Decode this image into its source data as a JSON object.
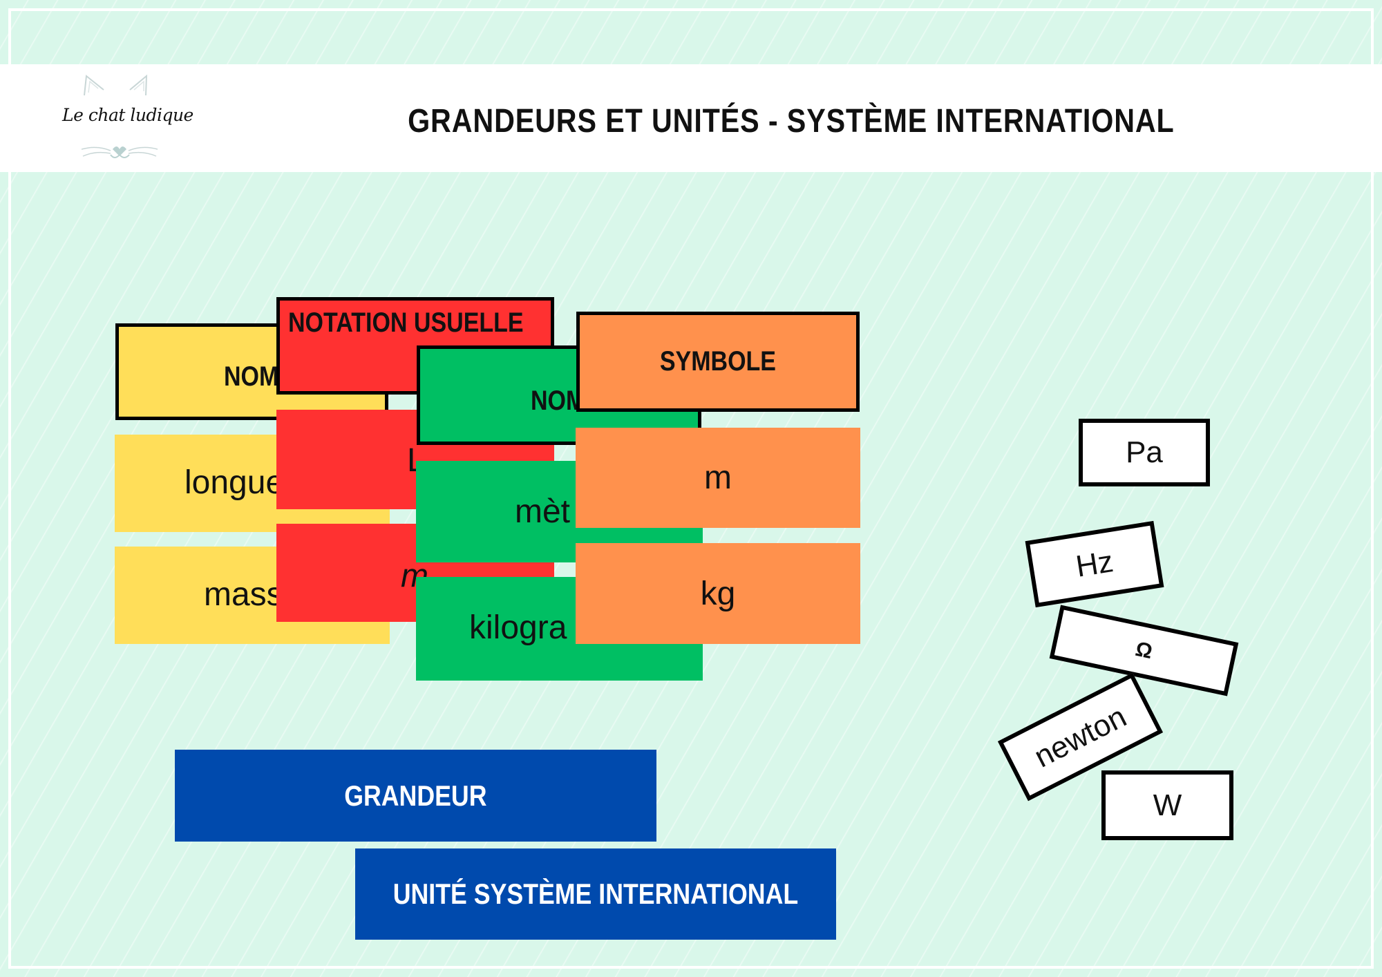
{
  "header": {
    "logo_text": "Le chat ludique",
    "title": "GRANDEURS ET UNITÉS - SYSTÈME INTERNATIONAL"
  },
  "columns": {
    "nom_grandeur": {
      "header": "NOM",
      "cells": [
        "longue",
        "mass"
      ],
      "color": "#ffde59"
    },
    "notation": {
      "header": "NOTATION USUELLE",
      "cells": [
        "L",
        "m"
      ],
      "color": "#ff3131"
    },
    "nom_unite": {
      "header": "NOM",
      "cells": [
        "mèt",
        "kilogra"
      ],
      "color": "#00bf63"
    },
    "symbole": {
      "header": "SYMBOLE",
      "cells": [
        "m",
        "kg"
      ],
      "color": "#ff914d"
    }
  },
  "legend": {
    "grandeur": "GRANDEUR",
    "unite": "UNITÉ SYSTÈME INTERNATIONAL",
    "color": "#004aad"
  },
  "loose_cards": [
    "Pa",
    "Hz",
    "Ω",
    "newton",
    "W"
  ]
}
